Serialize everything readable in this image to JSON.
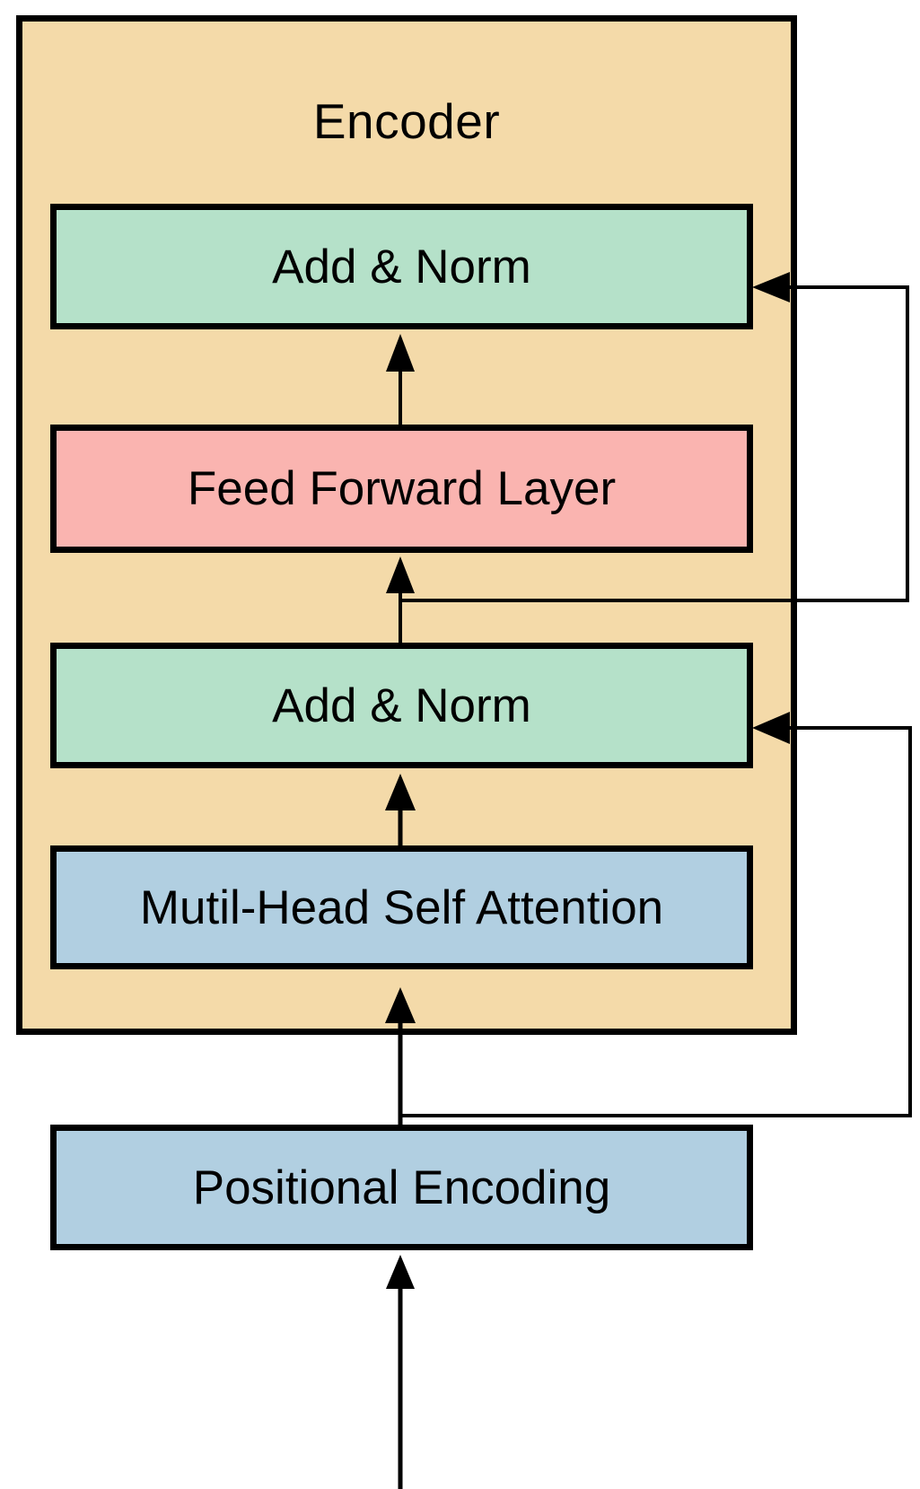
{
  "diagram": {
    "title": "Encoder",
    "type": "transformer-encoder-block-diagram",
    "nodes": [
      {
        "id": "add-norm-top",
        "label": "Add & Norm",
        "color": "#b5e1c9"
      },
      {
        "id": "feed-forward",
        "label": "Feed Forward Layer",
        "color": "#fab4b0"
      },
      {
        "id": "add-norm-bottom",
        "label": "Add & Norm",
        "color": "#b5e1c9"
      },
      {
        "id": "multi-head",
        "label": "Mutil-Head Self Attention",
        "color": "#b1cfe1"
      },
      {
        "id": "positional",
        "label": "Positional Encoding",
        "color": "#b1cfe1"
      }
    ],
    "container": {
      "label": "Encoder",
      "color": "#f4daa9",
      "border_color": "#000000"
    },
    "edges": [
      {
        "from": "input",
        "to": "positional",
        "style": "arrow-up"
      },
      {
        "from": "positional",
        "to": "multi-head",
        "style": "arrow-up"
      },
      {
        "from": "multi-head",
        "to": "add-norm-bottom",
        "style": "arrow-up"
      },
      {
        "from": "add-norm-bottom",
        "to": "feed-forward",
        "style": "arrow-up"
      },
      {
        "from": "feed-forward",
        "to": "add-norm-top",
        "style": "arrow-up"
      },
      {
        "from": "positional",
        "to": "add-norm-bottom",
        "style": "residual-right-arrow"
      },
      {
        "from": "add-norm-bottom",
        "to": "add-norm-top",
        "style": "residual-right-arrow"
      }
    ],
    "colors": {
      "background": "#ffffff",
      "encoder_fill": "#f4daa9",
      "addnorm_fill": "#b5e1c9",
      "ffn_fill": "#fab4b0",
      "attention_fill": "#b1cfe1",
      "stroke": "#000000"
    }
  }
}
